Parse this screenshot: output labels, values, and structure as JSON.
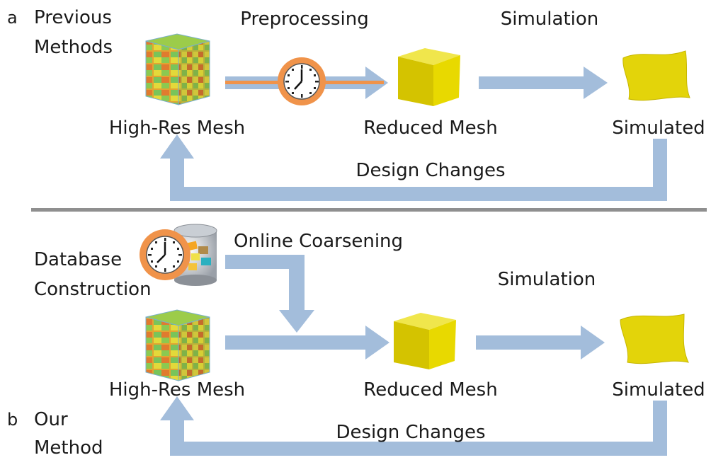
{
  "top": {
    "panel_letter": "a",
    "panel_title_line1": "Previous",
    "panel_title_line2": "Methods",
    "step1_label": "Preprocessing",
    "step2_label": "Simulation",
    "mesh_high_label": "High-Res Mesh",
    "mesh_reduced_label": "Reduced Mesh",
    "mesh_simulated_label": "Simulated",
    "feedback_label": "Design Changes"
  },
  "bottom": {
    "panel_letter": "b",
    "panel_title_line1": "Our",
    "panel_title_line2": "Method",
    "database_label_line1": "Database",
    "database_label_line2": "Construction",
    "coarsening_label": "Online Coarsening",
    "step2_label": "Simulation",
    "mesh_high_label": "High-Res Mesh",
    "mesh_reduced_label": "Reduced Mesh",
    "mesh_simulated_label": "Simulated",
    "feedback_label": "Design Changes"
  },
  "colors": {
    "arrow": "#a3bddb",
    "timer_ring": "#f0934a",
    "reduced_mesh": "#e0d100",
    "divider": "#8f8f8f"
  }
}
